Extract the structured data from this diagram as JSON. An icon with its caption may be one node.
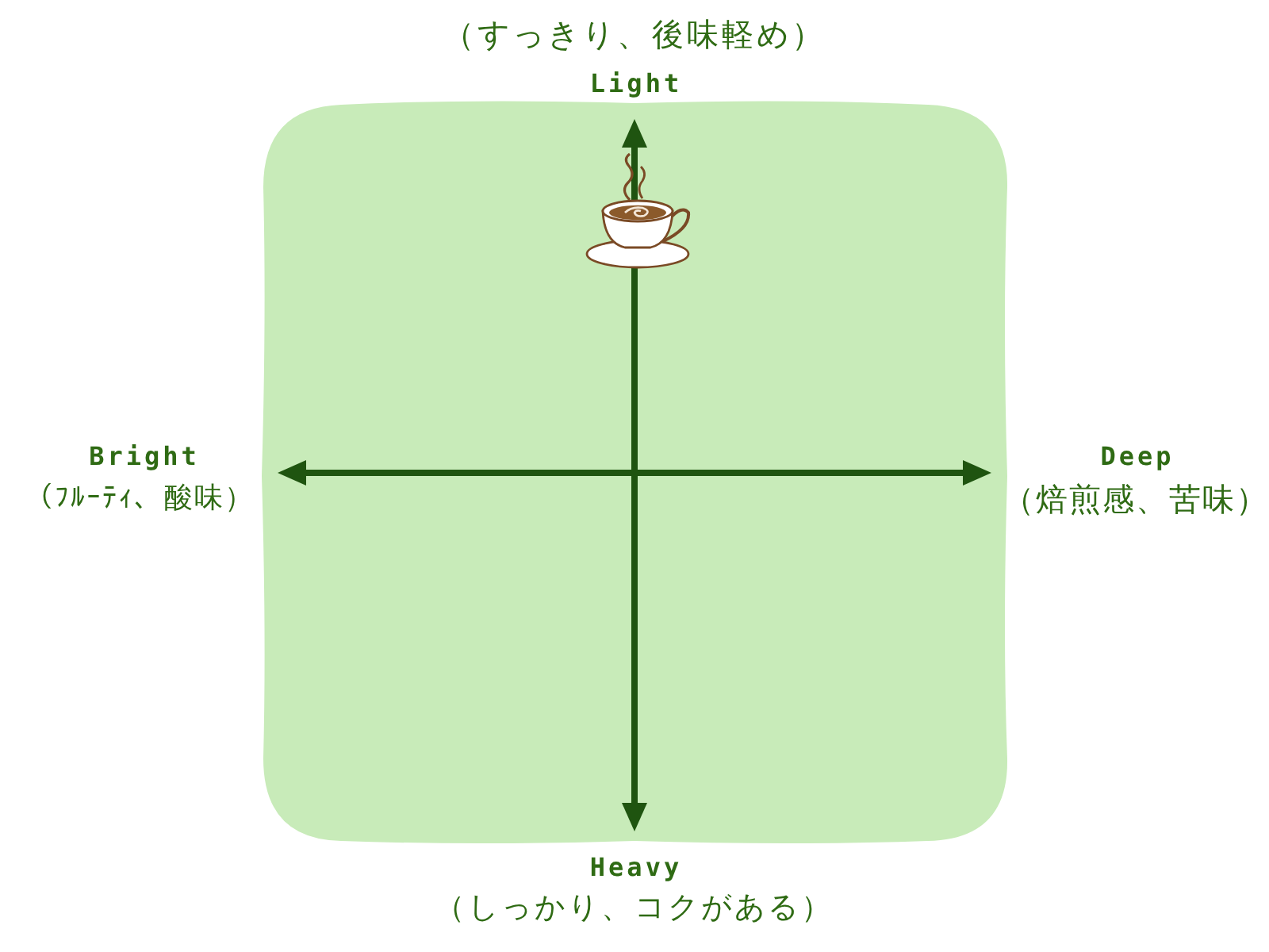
{
  "diagram": {
    "labels": [
      "（すっきり、後味軽め）",
      "Light",
      "Bright",
      "（ﾌﾙｰﾃｨ、酸味）",
      "Deep",
      "（焙煎感、苦味）",
      "Heavy",
      "（しっかり、コクがある）"
    ]
  }
}
